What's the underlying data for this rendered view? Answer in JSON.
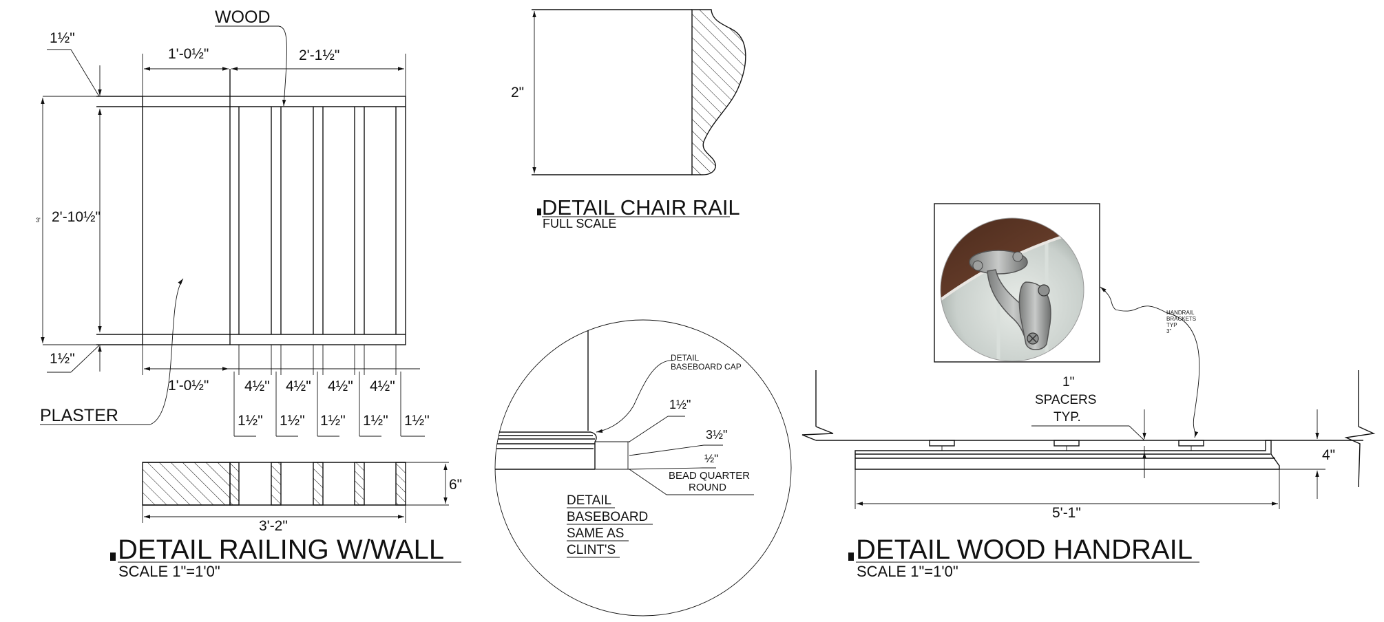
{
  "railing": {
    "title": "DETAIL RAILING W/WALL",
    "scale": "SCALE 1\"=1'0\"",
    "wood_label": "WOOD",
    "plaster_label": "PLASTER",
    "rail_thickness": "1½\"",
    "rail_thickness_bottom": "1½\"",
    "height_dim": "2'-10½\"",
    "height_small": "3'",
    "left_width_top": "1'-0½\"",
    "right_width_top": "2'-1½\"",
    "left_width_bottom": "1'-0½\"",
    "gap_dims": [
      "4½\"",
      "4½\"",
      "4½\"",
      "4½\""
    ],
    "baluster_dims": [
      "1½\"",
      "1½\"",
      "1½\"",
      "1½\"",
      "1½\""
    ],
    "plan_height": "6\"",
    "plan_width": "3'-2\""
  },
  "chair_rail": {
    "title": "DETAIL CHAIR RAIL",
    "scale": "FULL SCALE",
    "height_dim": "2\""
  },
  "baseboard": {
    "cap_label_1": "DETAIL",
    "cap_label_2": "BASEBOARD CAP",
    "dim_a": "1½\"",
    "dim_b": "3½\"",
    "dim_c": "½\"",
    "bead_1": "BEAD QUARTER",
    "bead_2": "ROUND",
    "note_lines": [
      "DETAIL",
      "BASEBOARD",
      "SAME AS",
      "CLINT'S"
    ]
  },
  "handrail": {
    "title": "DETAIL WOOD HANDRAIL",
    "scale": "SCALE 1\"=1'0\"",
    "spacer_lines": [
      "1\"",
      "SPACERS",
      "TYP."
    ],
    "bracket_lines": [
      "HANDRAIL",
      "BRACKETS",
      "TYP",
      "3\""
    ],
    "length_dim": "5'-1\"",
    "height_dim": "4\""
  }
}
